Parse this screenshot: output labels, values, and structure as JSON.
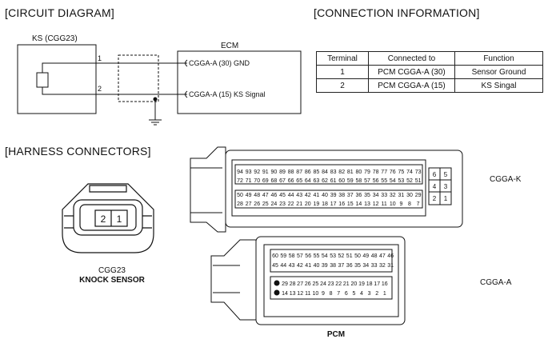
{
  "headers": {
    "circuit": "[CIRCUIT DIAGRAM]",
    "connection": "[CONNECTION INFORMATION]",
    "harness": "[HARNESS CONNECTORS]"
  },
  "circuit": {
    "sensor_label": "KS (CGG23)",
    "ecm_label": "ECM",
    "wire1_num": "1",
    "wire2_num": "2",
    "pin1_label": "CGGA-A (30)  GND",
    "pin2_label": "CGGA-A (15)  KS Signal"
  },
  "table": {
    "headers": [
      "Terminal",
      "Connected to",
      "Function"
    ],
    "rows": [
      [
        "1",
        "PCM CGGA-A (30)",
        "Sensor Ground"
      ],
      [
        "2",
        "PCM CGGA-A (15)",
        "KS Singal"
      ]
    ]
  },
  "connectors": {
    "cgg23_pins": [
      "2",
      "1"
    ],
    "cgg23_name": "CGG23",
    "cgg23_desc": "KNOCK SENSOR",
    "cggak_name": "CGGA-K",
    "cggaa_name": "CGGA-A",
    "pcm_label": "PCM",
    "cggak_row1": [
      "94",
      "93",
      "92",
      "91",
      "90",
      "89",
      "88",
      "87",
      "86",
      "85",
      "84",
      "83",
      "82",
      "81",
      "80",
      "79",
      "78",
      "77",
      "76",
      "75",
      "74",
      "73"
    ],
    "cggak_row2": [
      "72",
      "71",
      "70",
      "69",
      "68",
      "67",
      "66",
      "65",
      "64",
      "63",
      "62",
      "61",
      "60",
      "59",
      "58",
      "57",
      "56",
      "55",
      "54",
      "53",
      "52",
      "51"
    ],
    "cggak_row3": [
      "50",
      "49",
      "48",
      "47",
      "46",
      "45",
      "44",
      "43",
      "42",
      "41",
      "40",
      "39",
      "38",
      "37",
      "36",
      "35",
      "34",
      "33",
      "32",
      "31",
      "30",
      "29"
    ],
    "cggak_row4": [
      "28",
      "27",
      "26",
      "25",
      "24",
      "23",
      "22",
      "21",
      "20",
      "19",
      "18",
      "17",
      "16",
      "15",
      "14",
      "13",
      "12",
      "11",
      "10",
      "9",
      "8",
      "7"
    ],
    "cggak_side": [
      [
        "6",
        "5"
      ],
      [
        "4",
        "3"
      ],
      [
        "2",
        "1"
      ]
    ],
    "cggaa_row1": [
      "60",
      "59",
      "58",
      "57",
      "56",
      "55",
      "54",
      "53",
      "52",
      "51",
      "50",
      "49",
      "48",
      "47",
      "46"
    ],
    "cggaa_row2": [
      "45",
      "44",
      "43",
      "42",
      "41",
      "40",
      "39",
      "38",
      "37",
      "36",
      "35",
      "34",
      "33",
      "32",
      "31"
    ],
    "cggaa_row3": [
      "29",
      "28",
      "27",
      "26",
      "25",
      "24",
      "23",
      "22",
      "21",
      "20",
      "19",
      "18",
      "17",
      "16"
    ],
    "cggaa_row4": [
      "14",
      "13",
      "12",
      "11",
      "10",
      "9",
      "8",
      "7",
      "6",
      "5",
      "4",
      "3",
      "2",
      "1"
    ]
  }
}
